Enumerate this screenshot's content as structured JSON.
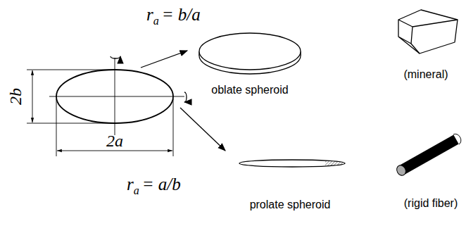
{
  "diagram": {
    "labels": [
      "r",
      "a",
      "= b/a",
      "2b",
      "2a",
      "r",
      "a",
      "= a/b",
      "oblate spheroid",
      "prolate spheroid",
      "(mineral)",
      "(rigid fiber)"
    ]
  }
}
